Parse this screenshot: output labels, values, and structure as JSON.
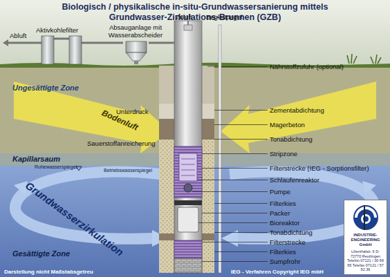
{
  "diagram": {
    "title": "Biologisch / physikalische in-situ-Grundwassersanierung mittels Grundwasser-Zirkulations-Brunnen (GZB)",
    "nodes": [
      {
        "text": [
          "INDUSTRIE-ENGINEERING GmbH",
          "Lilienthalstr. 6 D-72770 Reutlingen Telefon 07121 / 30 66 65 Telefax 07121 / 57 92 36"
        ]
      }
    ],
    "labels": [
      "Abluft",
      "Aktivkohlefilter",
      "Absauganlage mit Wasserabscheider",
      "Zuluft",
      "Begleitpegel",
      "Nährstoffzufuhr (optional)",
      "Ungesättigte Zone",
      "Unterdruck",
      "Zementabdichtung",
      "Magerbeton",
      "Tonabdichtung",
      "Bodenluft",
      "Stripzone",
      "Sauerstoffanreicherung",
      "Kapillarsaum",
      "Ruhewasserspiegel",
      "Betriebswasserspiegel",
      "Filterstrecke (IEG - Sorptionsfilter)",
      "Schlaufenreaktor",
      "Pumpe",
      "Grundwasserzirkulation",
      "Filterkies",
      "Packer",
      "Bioreaktor",
      "Tonabdichtung",
      "Filterstrecke",
      "Gesättigte Zone",
      "Filterkies",
      "Sumpfrohr",
      "Darstellung nicht Maßstabsgetreu",
      "IEG - Verfahren Copyright IEG mbH"
    ]
  }
}
